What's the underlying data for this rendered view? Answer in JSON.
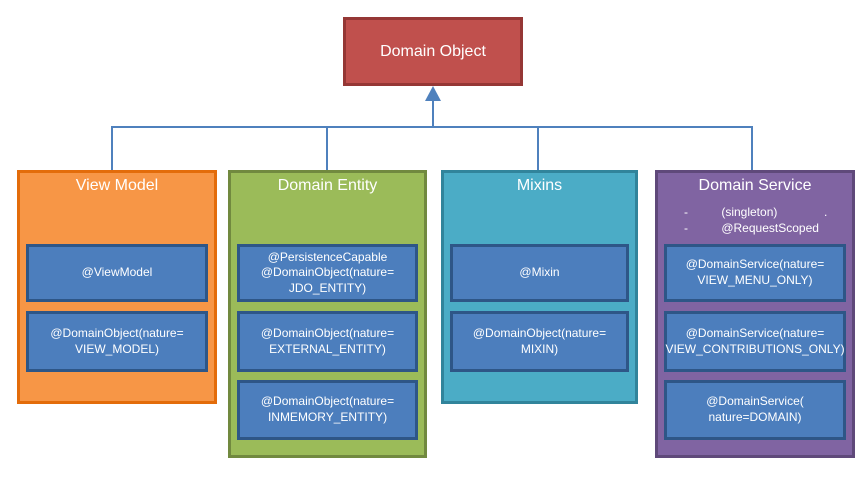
{
  "colors": {
    "canvas-bg": "#ffffff",
    "connector": "#4f81bd",
    "text": "#ffffff",
    "root-fill": "#c0504d",
    "root-border": "#953735",
    "vm-fill": "#f79646",
    "vm-border": "#e36c0a",
    "de-fill": "#9bbb59",
    "de-border": "#71893f",
    "mx-fill": "#4bacc6",
    "mx-border": "#31849b",
    "ds-fill": "#8064a2",
    "ds-border": "#5f497a",
    "item-fill": "#4c7ebd",
    "item-border": "#2e5687"
  },
  "root": {
    "label": "Domain Object"
  },
  "groups": [
    {
      "title": "View Model",
      "items": [
        "@ViewModel",
        "@DomainObject(nature=\nVIEW_MODEL)"
      ]
    },
    {
      "title": "Domain Entity",
      "items": [
        "@PersistenceCapable\n@DomainObject(nature=\nJDO_ENTITY)",
        "@DomainObject(nature=\nEXTERNAL_ENTITY)",
        "@DomainObject(nature=\nINMEMORY_ENTITY)"
      ]
    },
    {
      "title": "Mixins",
      "items": [
        "@Mixin",
        "@DomainObject(nature=\nMIXIN)"
      ]
    },
    {
      "title": "Domain Service",
      "notes": "-          (singleton)              .\n-          @RequestScoped",
      "items": [
        "@DomainService(nature=\nVIEW_MENU_ONLY)",
        "@DomainService(nature=\nVIEW_CONTRIBUTIONS_ONLY)",
        "@DomainService(\nnature=DOMAIN)"
      ]
    }
  ]
}
